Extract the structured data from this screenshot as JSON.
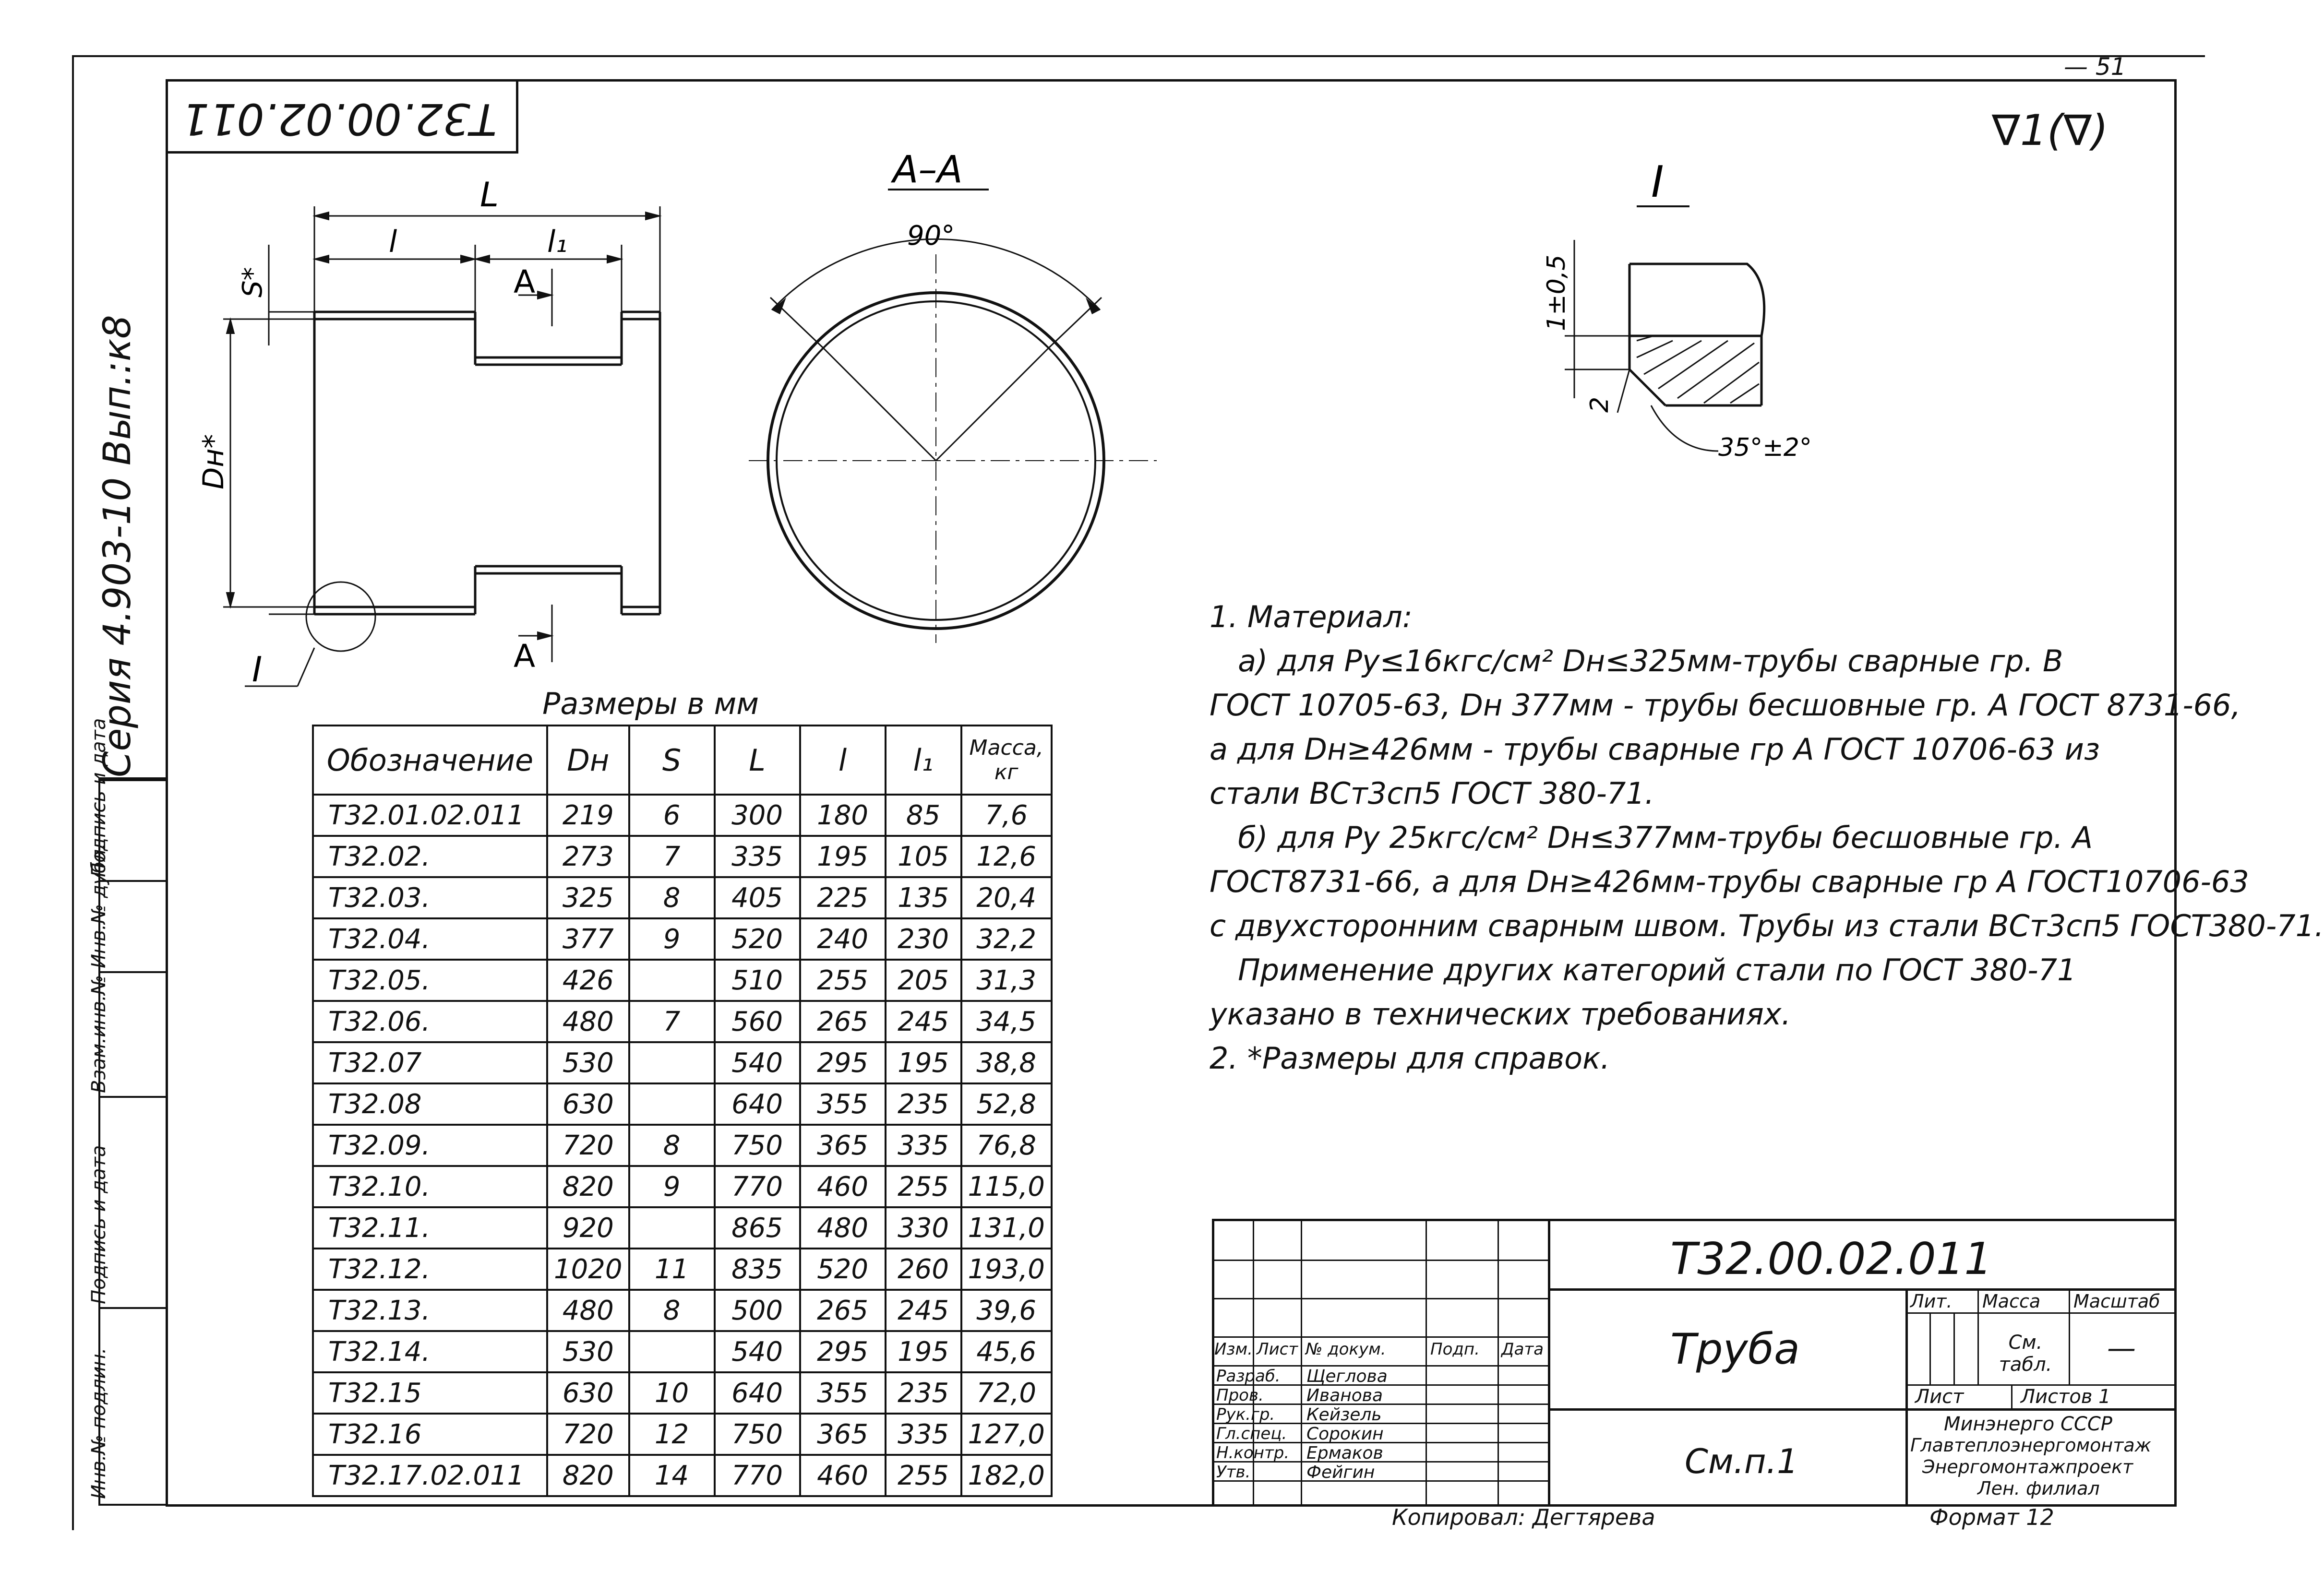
{
  "sheet_corner": "— 51",
  "drawing_code_rotated": "Т32.00.02.011",
  "roughness": "∇1(∇)",
  "series": "Серия 4.903-10 Вып.:к8",
  "side_labels": [
    "Подпись и дата",
    "Инв.№ дубл.",
    "Взам.инв.№",
    "Подпись и дата",
    "Инв.№ подлин."
  ],
  "pipe_view": {
    "dim_L": "L",
    "dim_l": "l",
    "dim_l1": "l₁",
    "dim_S": "S*",
    "dim_Dn": "Dн*",
    "section_mark": "A",
    "detail_mark": "I"
  },
  "section_view": {
    "title": "А–А",
    "angle": "90°"
  },
  "detail_view": {
    "title": "I",
    "dim1": "1±0,5",
    "dim2": "2",
    "angle": "35°±2°"
  },
  "table": {
    "caption": "Размеры в мм",
    "headers": [
      "Обозначение",
      "Dн",
      "S",
      "L",
      "l",
      "l₁",
      "Масса, кг"
    ],
    "rows": [
      [
        "Т32.01.02.011",
        "219",
        "6",
        "300",
        "180",
        "85",
        "7,6"
      ],
      [
        "Т32.02.",
        "273",
        "7",
        "335",
        "195",
        "105",
        "12,6"
      ],
      [
        "Т32.03.",
        "325",
        "8",
        "405",
        "225",
        "135",
        "20,4"
      ],
      [
        "Т32.04.",
        "377",
        "9",
        "520",
        "240",
        "230",
        "32,2"
      ],
      [
        "Т32.05.",
        "426",
        "",
        "510",
        "255",
        "205",
        "31,3"
      ],
      [
        "Т32.06.",
        "480",
        "7",
        "560",
        "265",
        "245",
        "34,5"
      ],
      [
        "Т32.07",
        "530",
        "",
        "540",
        "295",
        "195",
        "38,8"
      ],
      [
        "Т32.08",
        "630",
        "",
        "640",
        "355",
        "235",
        "52,8"
      ],
      [
        "Т32.09.",
        "720",
        "8",
        "750",
        "365",
        "335",
        "76,8"
      ],
      [
        "Т32.10.",
        "820",
        "9",
        "770",
        "460",
        "255",
        "115,0"
      ],
      [
        "Т32.11.",
        "920",
        "",
        "865",
        "480",
        "330",
        "131,0"
      ],
      [
        "Т32.12.",
        "1020",
        "11",
        "835",
        "520",
        "260",
        "193,0"
      ],
      [
        "Т32.13.",
        "480",
        "8",
        "500",
        "265",
        "245",
        "39,6"
      ],
      [
        "Т32.14.",
        "530",
        "",
        "540",
        "295",
        "195",
        "45,6"
      ],
      [
        "Т32.15",
        "630",
        "10",
        "640",
        "355",
        "235",
        "72,0"
      ],
      [
        "Т32.16",
        "720",
        "12",
        "750",
        "365",
        "335",
        "127,0"
      ],
      [
        "Т32.17.02.011",
        "820",
        "14",
        "770",
        "460",
        "255",
        "182,0"
      ]
    ]
  },
  "notes": [
    "1. Материал:",
    "   а) для Ру≤16кгс/см² Dн≤325мм-трубы сварные гр. В",
    "ГОСТ 10705-63, Dн 377мм - трубы бесшовные гр. А ГОСТ 8731-66,",
    "а для Dн≥426мм - трубы сварные гр А ГОСТ 10706-63 из",
    "стали ВСт3сп5 ГОСТ 380-71.",
    "   б) для Ру 25кгс/см² Dн≤377мм-трубы бесшовные гр. А",
    "ГОСТ8731-66, а для Dн≥426мм-трубы сварные гр А ГОСТ10706-63",
    "с двухсторонним сварным швом. Трубы из стали ВСт3сп5 ГОСТ380-71.",
    "   Применение других категорий стали по ГОСТ 380-71",
    "указано в технических требованиях.",
    "2. *Размеры для справок."
  ],
  "title_block": {
    "code": "Т32.00.02.011",
    "name": "Труба",
    "ref": "См.п.1",
    "col_headers": [
      "Изм.",
      "Лист",
      "№ докум.",
      "Подп.",
      "Дата"
    ],
    "roles": [
      "Разраб.",
      "Пров.",
      "Рук.гр.",
      "Гл.спец.",
      "Н.контр.",
      "Утв."
    ],
    "names": [
      "Щеглова",
      "Иванова",
      "Кейзель",
      "Сорокин",
      "Ермаков",
      "Фейгин"
    ],
    "lit": "Лит.",
    "mass_label": "Масса",
    "mass_value": "См. табл.",
    "scale_label": "Масштаб",
    "scale_value": "—",
    "sheet": "Лист",
    "sheets": "Листов 1",
    "org": [
      "Минэнерго СССР",
      "Главтеплоэнергомонтаж",
      "Энергомонтажпроект",
      "Лен. филиал"
    ],
    "copied": "Копировал: Дегтярева",
    "format": "Формат 12"
  }
}
